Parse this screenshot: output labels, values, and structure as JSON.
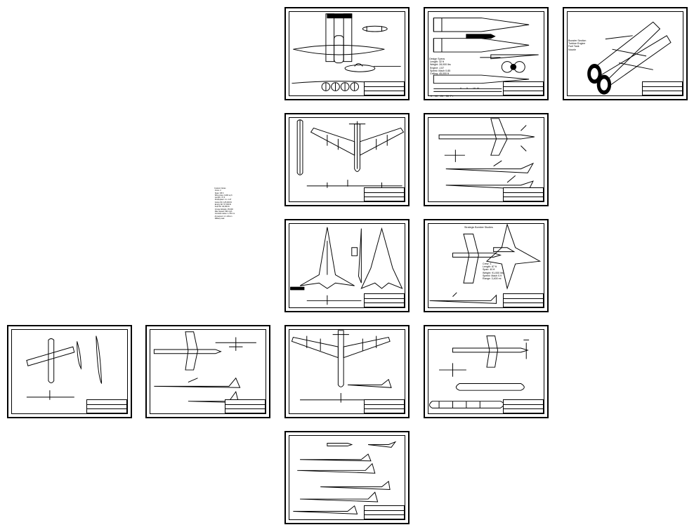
{
  "sheets": [
    {
      "id": "s1"
    },
    {
      "id": "s2"
    },
    {
      "id": "s3"
    },
    {
      "id": "s4"
    },
    {
      "id": "s5"
    },
    {
      "id": "s6"
    },
    {
      "id": "s7"
    },
    {
      "id": "s8"
    },
    {
      "id": "s9"
    },
    {
      "id": "s10"
    },
    {
      "id": "s11"
    },
    {
      "id": "s12"
    }
  ],
  "labels": {
    "scale_top": "0       5       10  M",
    "scale_bottom": "0    10    20    30  F t",
    "design_spec": "Design Specs\n Length: 32 ft\n Weight: 28,000 lbs\n Engine: J-57\n Speed: Mach 0.85\n Ceiling: 45,000 ft",
    "engine_spec": "Booster Section\nTurbine Engine\nFuel Tank\nNozzle",
    "bomber_title": "Strategic Bomber Studies",
    "bomber_spec": "Crew: 3\nLength: 87 ft\nSpan: 40 ft\nWeight: 91,000 lbs\nSpeed: Mach 0.9\nRange: 3,400 mi",
    "misc_note": "Custom Notes\n Crew: 2\n Span: 68 ft\n Wing Area: 1200 sq ft\n Length: 72 ft\n Powerplant: 4 x J-47\n Gross Wt: 125,000 lb\n Empty Wt: 57,000 lb\n Fuel Wt: 40,000 lb\n Cruise Altitude: 35,000\n Max Speed: 560 mph\n Combat radius: 1,700 mi\n Armament: 2 x 20mm\n Military task"
  }
}
